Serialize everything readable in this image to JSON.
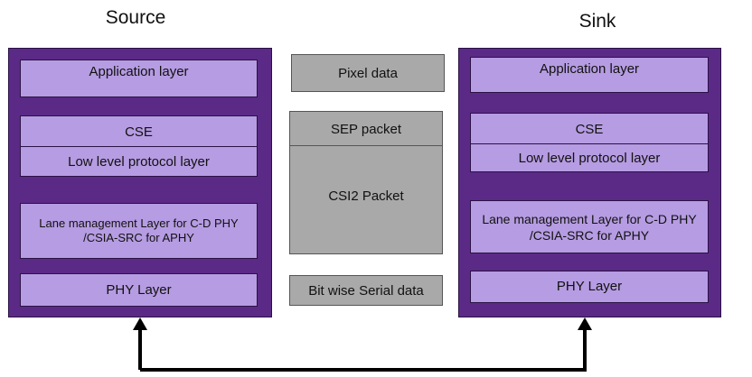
{
  "source": {
    "title": "Source",
    "layers": {
      "application": "Application layer",
      "cse": "CSE",
      "low_level": "Low level protocol layer",
      "lane_management": "Lane management Layer for C-D PHY\n/CSIA-SRC for APHY",
      "phy": "PHY Layer"
    }
  },
  "sink": {
    "title": "Sink",
    "layers": {
      "application": "Application layer",
      "cse": "CSE",
      "low_level": "Low level protocol layer",
      "lane_management": "Lane management Layer for C-D PHY\n/CSIA-SRC for APHY",
      "phy": "PHY Layer"
    }
  },
  "middle": {
    "pixel_data": "Pixel data",
    "sep_packet": "SEP packet",
    "csi2_packet": "CSI2 Packet",
    "serial_data": "Bit wise Serial data"
  },
  "colors": {
    "stack_bg": "#5b2a86",
    "layer_bg": "#b69ce2",
    "middle_bg": "#a9a9a9",
    "connector": "#000000"
  }
}
